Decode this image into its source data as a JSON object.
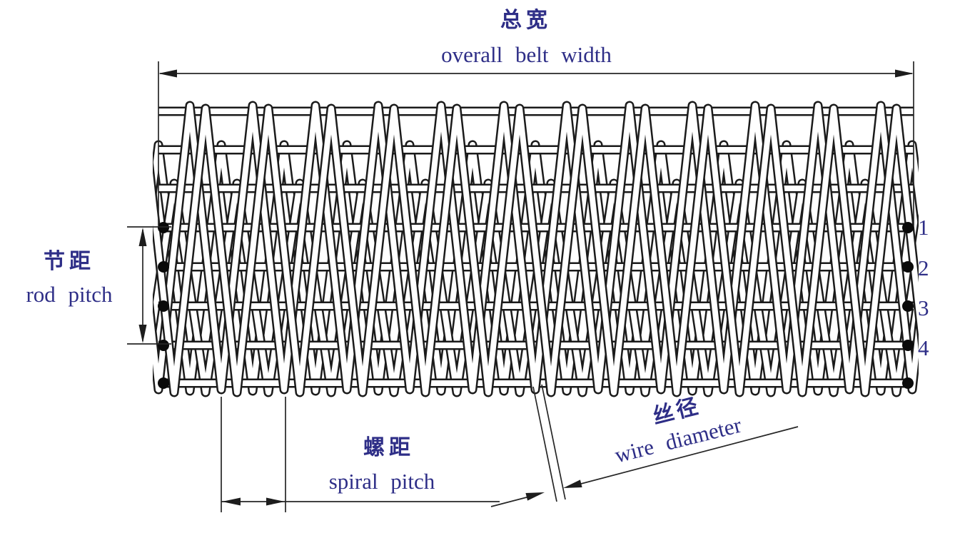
{
  "labels": {
    "overall_width": {
      "zh": "总宽",
      "en": "overall belt width"
    },
    "rod_pitch": {
      "zh": "节距",
      "en": "rod pitch"
    },
    "spiral_pitch": {
      "zh": "螺距",
      "en": "spiral pitch"
    },
    "wire_diameter": {
      "zh": "丝径",
      "en": "wire diameter"
    }
  },
  "rod_numbers": [
    "1",
    "2",
    "3",
    "4"
  ],
  "colors": {
    "label_text": "#2e2e87",
    "line_ink": "#1b1b1b",
    "wire_fill": "#ffffff",
    "end_dot": "#0a0a0a",
    "background": "#ffffff"
  }
}
